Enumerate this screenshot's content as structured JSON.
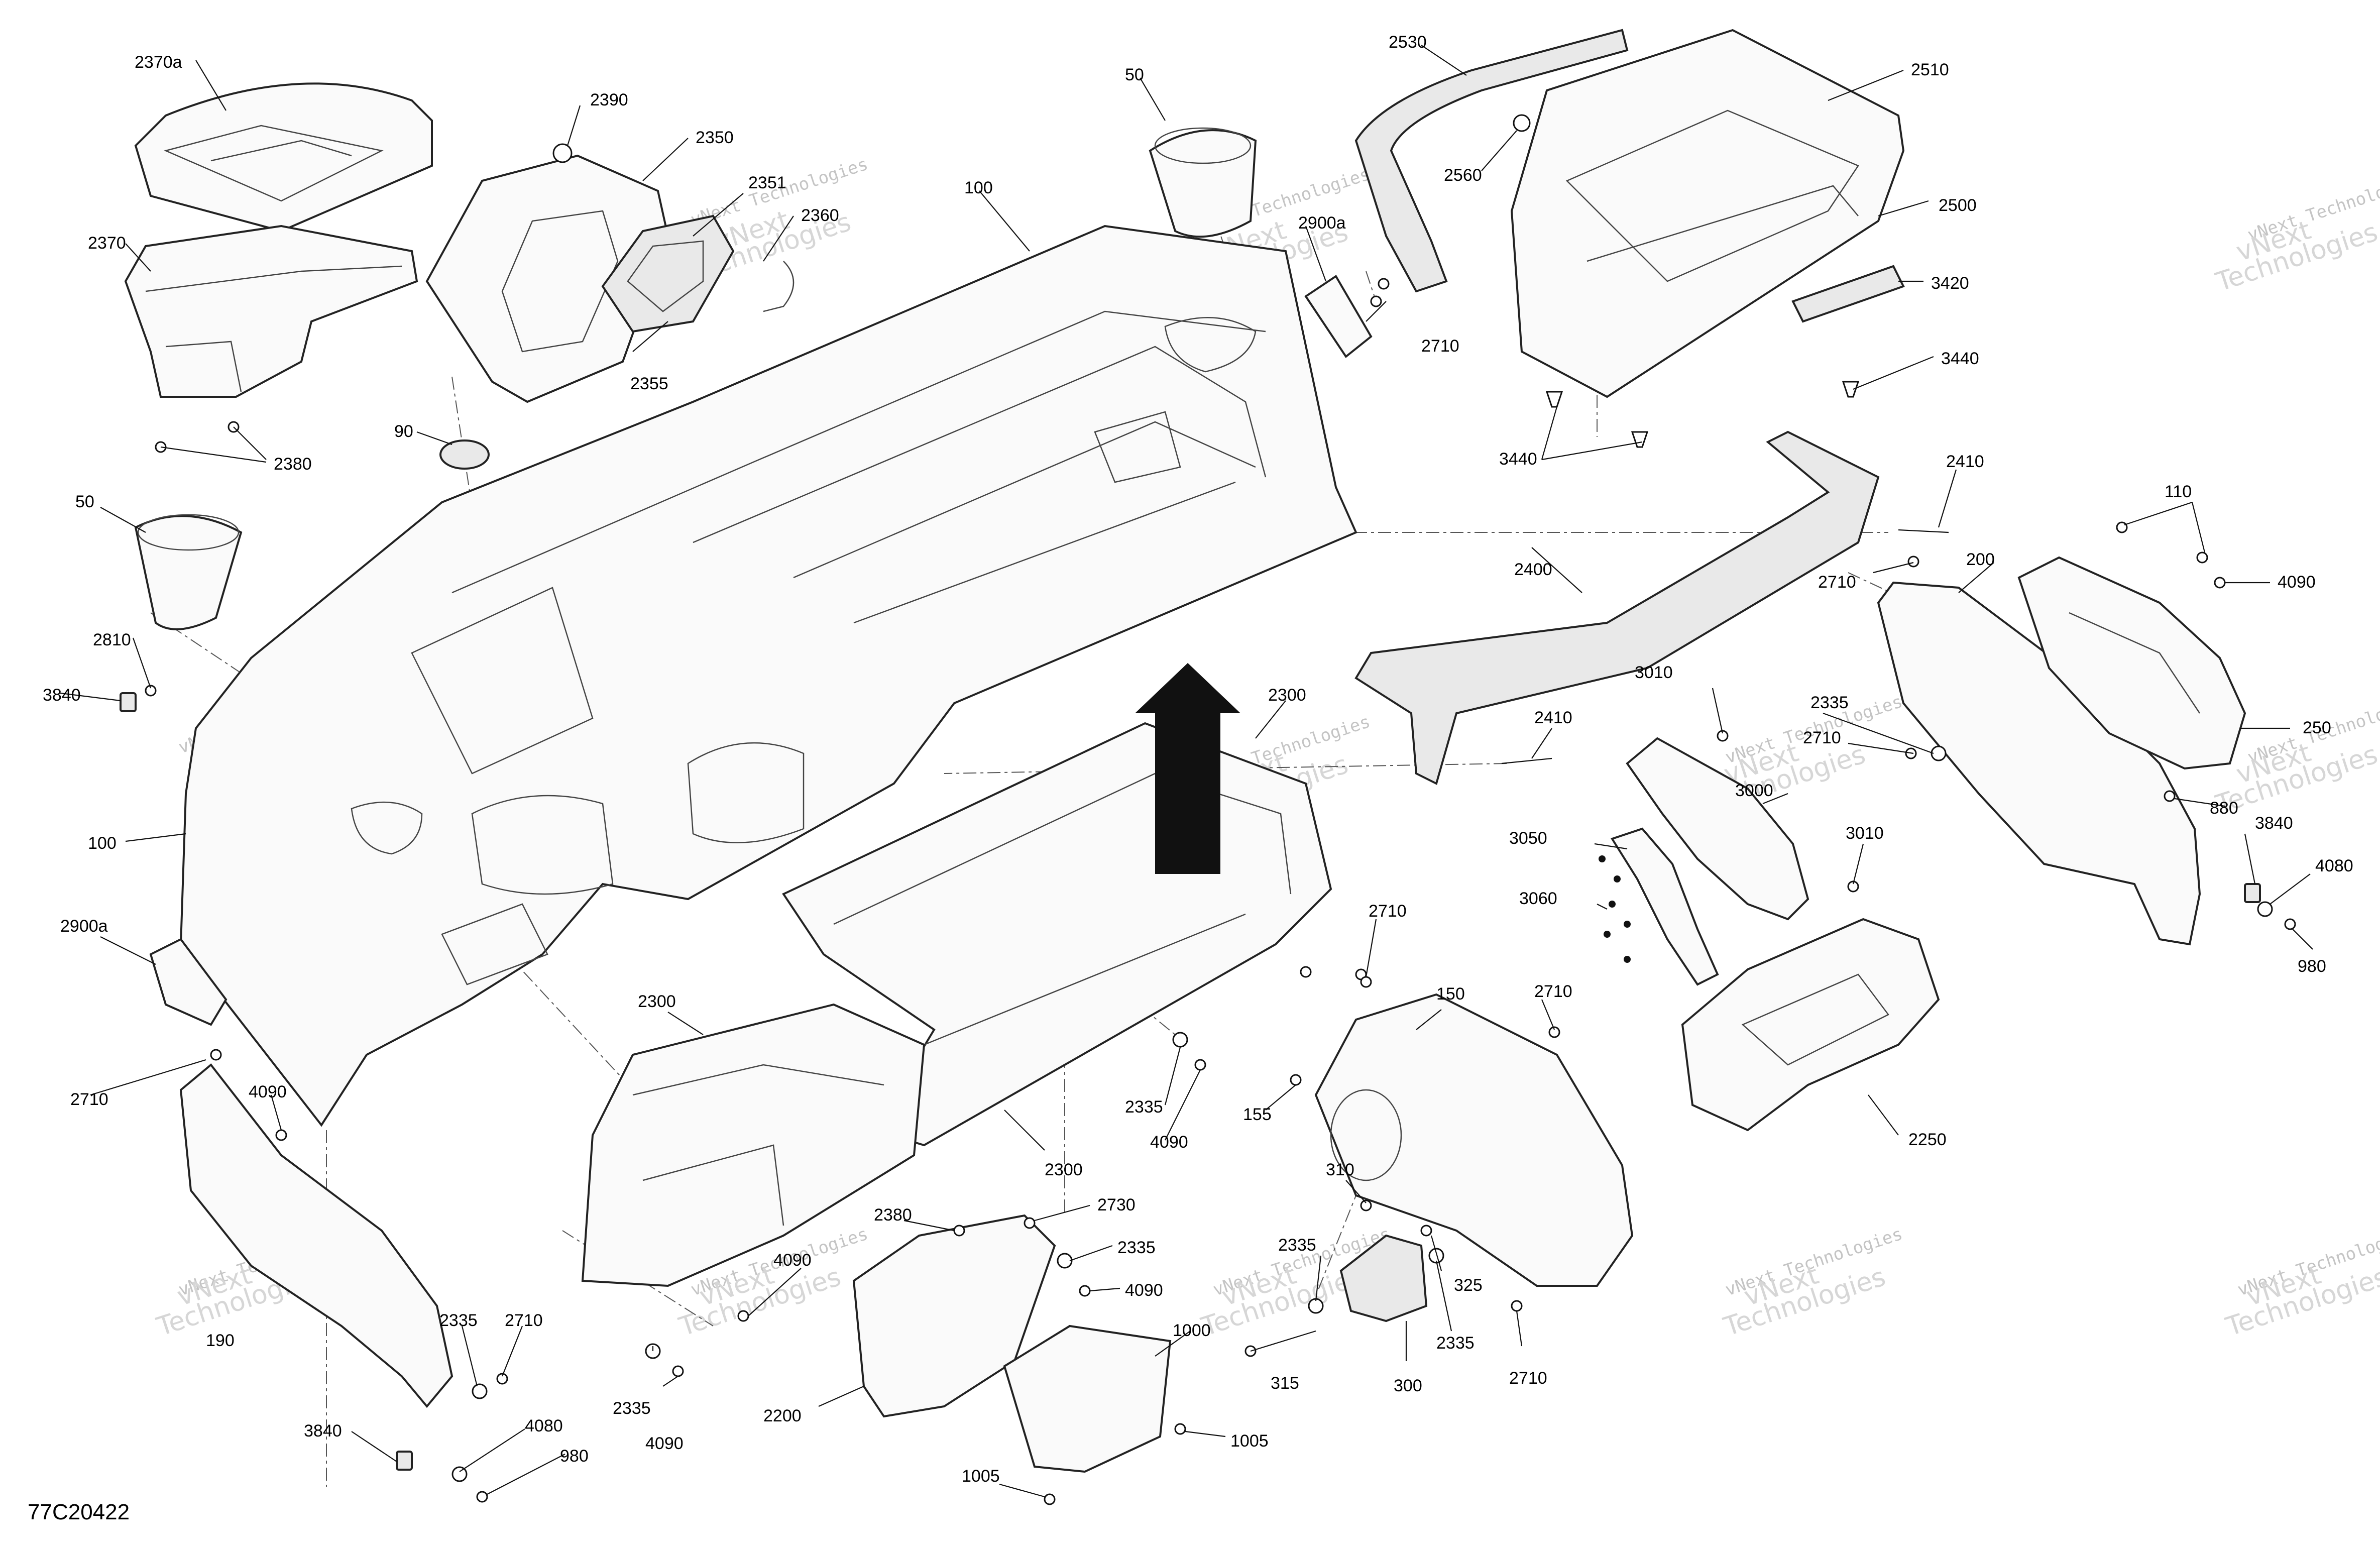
{
  "diagram_code": "77C20422",
  "watermark": "vNext Technologies",
  "watermark_split": [
    "vNext",
    "Technologies"
  ],
  "callouts": {
    "c2370a": "2370a",
    "c2370": "2370",
    "c2380": "2380",
    "c2390": "2390",
    "c2350": "2350",
    "c2351": "2351",
    "c2360": "2360",
    "c2355": "2355",
    "c50_top": "50",
    "c100_top": "100",
    "c2900a_top": "2900a",
    "c2710_a": "2710",
    "c2530": "2530",
    "c2560": "2560",
    "c2510": "2510",
    "c2500": "2500",
    "c3420": "3420",
    "c3440_r": "3440",
    "c3440_l": "3440",
    "c90": "90",
    "c50_left": "50",
    "c2810": "2810",
    "c3840_left": "3840",
    "c100_left": "100",
    "c2900a_left": "2900a",
    "c2710_left": "2710",
    "c4090_left": "4090",
    "c190": "190",
    "c2335_bl": "2335",
    "c2710_bl": "2710",
    "c3840_bl": "3840",
    "c4080_bl": "4080",
    "c980_bl": "980",
    "c2410_top": "2410",
    "c2710_r": "2710",
    "c2400": "2400",
    "c2410_mid": "2410",
    "c3010_top": "3010",
    "c2335_r": "2335",
    "c2710_r2": "2710",
    "c3000": "3000",
    "c3010_mid": "3010",
    "c3050": "3050",
    "c3060": "3060",
    "c110": "110",
    "c200": "200",
    "c4090_r": "4090",
    "c250": "250",
    "c880": "880",
    "c3840_r": "3840",
    "c4080_r": "4080",
    "c980_r": "980",
    "c2300_top": "2300",
    "c2710_mid": "2710",
    "c2300_left": "2300",
    "c2300_bot": "2300",
    "c2335_mid": "2335",
    "c4090_mid": "4090",
    "c150": "150",
    "c2710_150": "2710",
    "c155": "155",
    "c2250": "2250",
    "c2380_b": "2380",
    "c2730": "2730",
    "c2335_b": "2335",
    "c4090_b": "4090",
    "c4090_b2": "4090",
    "c2335_b2": "2335",
    "c4090_b3": "4090",
    "c2200": "2200",
    "c1000": "1000",
    "c1005_r": "1005",
    "c1005_l": "1005",
    "c310": "310",
    "c2335_s": "2335",
    "c325": "325",
    "c2335_s2": "2335",
    "c315": "315",
    "c300": "300",
    "c2710_s": "2710"
  }
}
